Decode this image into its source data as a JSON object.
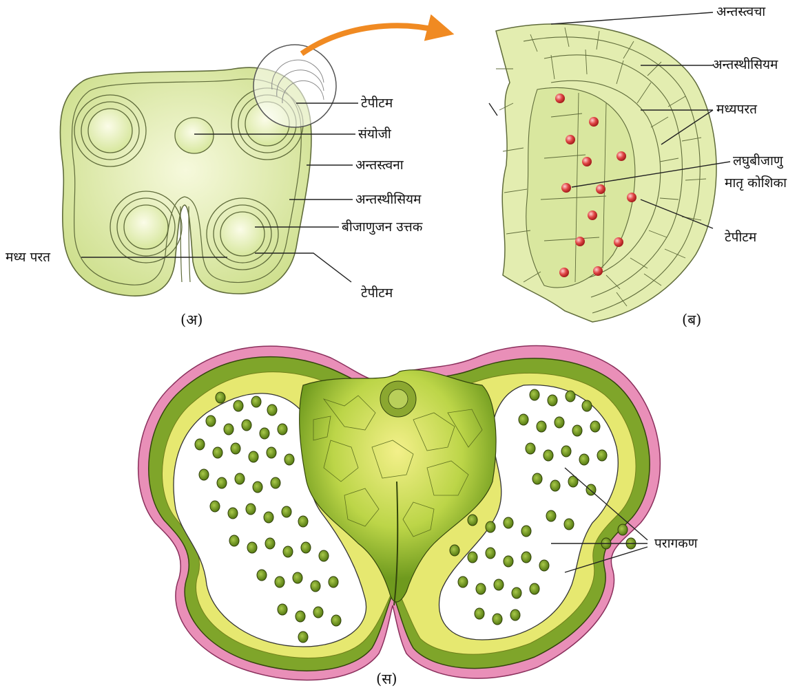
{
  "panel_a": {
    "caption": "(अ)",
    "labels": {
      "tapetum_top": "टेपीटम",
      "connective": "संयोजी",
      "epidermis": "अन्तस्त्वना",
      "endothecium": "अन्तस्थीसियम",
      "sporogenous": "बीजाणुजन उत्तक",
      "middle_layer": "मध्य परत",
      "tapetum_bottom": "टेपीटम"
    }
  },
  "panel_b": {
    "caption": "(ब)",
    "labels": {
      "epidermis": "अन्तस्त्वचा",
      "endothecium": "अन्तस्थीसियम",
      "middle_layer": "मध्यपरत",
      "mmc_line1": "लघुबीजाणु",
      "mmc_line2": "मातृ कोशिका",
      "tapetum": "टेपीटम"
    }
  },
  "panel_c": {
    "caption": "(स)",
    "labels": {
      "pollen": "परागकण"
    }
  },
  "colors": {
    "tissue_light": "#e6efb6",
    "tissue_mid": "#cfe08f",
    "outline": "#5f6b3a",
    "arrow": "#f08a22",
    "nucleus": "#d63a3a",
    "green_cell": "#6f9a1e",
    "yellow_core": "#e6e870",
    "pink_epidermis": "#e98fb8"
  }
}
